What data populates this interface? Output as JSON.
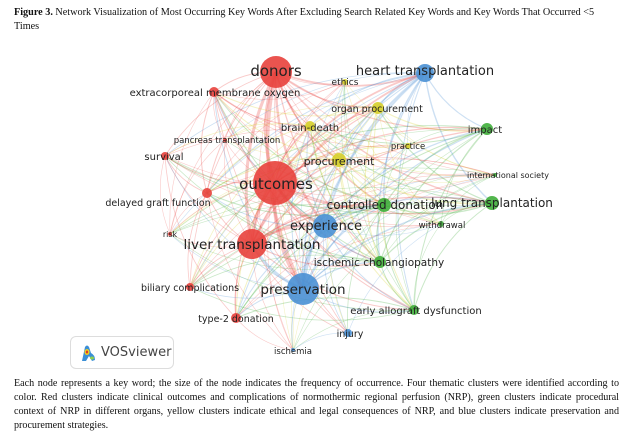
{
  "figure": {
    "label": "Figure 3.",
    "title": "Network Visualization of Most Occurring Key Words After Excluding Search Related Key Words and Key Words That Occurred <5 Times",
    "caption": "Each node represents a key word; the size of the node indicates the frequency of occurrence. Four thematic clusters were identified according to color. Red clusters indicate clinical outcomes and complications of normothermic regional perfusion (NRP), green clusters indicate procedural context of NRP in different organs, yellow clusters indicate ethical and legal consequences of NRP, and blue clusters indicate preservation and procurement strategies.",
    "logo_text": "VOSviewer"
  },
  "colors": {
    "red": "#e8413c",
    "green": "#3fae3a",
    "yellow": "#d6cf2a",
    "blue": "#4a90d4"
  },
  "nodes": [
    {
      "label": "donors",
      "cluster": "red"
    },
    {
      "label": "extracorporeal membrane oxygen",
      "cluster": "red"
    },
    {
      "label": "heart transplantation",
      "cluster": "blue"
    },
    {
      "label": "ethics",
      "cluster": "yellow"
    },
    {
      "label": "organ procurement",
      "cluster": "yellow"
    },
    {
      "label": "brain-death",
      "cluster": "yellow"
    },
    {
      "label": "impact",
      "cluster": "green"
    },
    {
      "label": "pancreas transplantation",
      "cluster": "red"
    },
    {
      "label": "practice",
      "cluster": "yellow"
    },
    {
      "label": "survival",
      "cluster": "red"
    },
    {
      "label": "procurement",
      "cluster": "yellow"
    },
    {
      "label": "international society",
      "cluster": "green"
    },
    {
      "label": "outcomes",
      "cluster": "red"
    },
    {
      "label": "delayed graft function",
      "cluster": "red"
    },
    {
      "label": "controlled donation",
      "cluster": "green"
    },
    {
      "label": "lung transplantation",
      "cluster": "green"
    },
    {
      "label": "experience",
      "cluster": "blue"
    },
    {
      "label": "withdrawal",
      "cluster": "green"
    },
    {
      "label": "risk",
      "cluster": "red"
    },
    {
      "label": "liver transplantation",
      "cluster": "red"
    },
    {
      "label": "ischemic cholangiopathy",
      "cluster": "green"
    },
    {
      "label": "biliary complications",
      "cluster": "red"
    },
    {
      "label": "preservation",
      "cluster": "blue"
    },
    {
      "label": "early allograft dysfunction",
      "cluster": "green"
    },
    {
      "label": "type-2 donation",
      "cluster": "red"
    },
    {
      "label": "injury",
      "cluster": "blue"
    },
    {
      "label": "ischemia",
      "cluster": "blue"
    }
  ]
}
